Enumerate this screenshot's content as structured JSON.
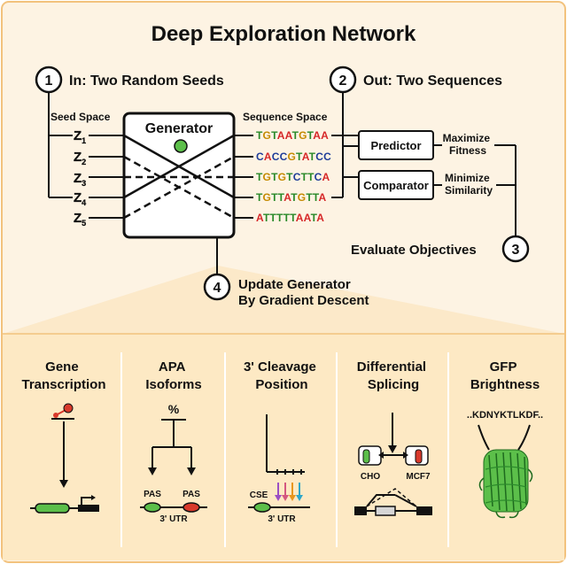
{
  "title": "Deep Exploration Network",
  "steps": {
    "in": {
      "num": "1",
      "label": "In: Two Random Seeds"
    },
    "out": {
      "num": "2",
      "label": "Out: Two Sequences"
    },
    "evaluate": {
      "num": "3",
      "label": "Evaluate Objectives"
    },
    "update": {
      "num": "4",
      "line1": "Update Generator",
      "line2": "By Gradient Descent"
    }
  },
  "seed_space_label": "Seed Space",
  "sequence_space_label": "Sequence Space",
  "generator_label": "Generator",
  "seeds": [
    {
      "letter": "Z",
      "sub": "1",
      "color": "#c0392b"
    },
    {
      "letter": "Z",
      "sub": "2",
      "color": "#29a8c9"
    },
    {
      "letter": "Z",
      "sub": "3",
      "color": "#b8860b"
    },
    {
      "letter": "Z",
      "sub": "4",
      "color": "#2e8b3e"
    },
    {
      "letter": "Z",
      "sub": "5",
      "color": "#7b3f2a"
    }
  ],
  "sequences": [
    "TGTAATGTAA",
    "CACCGTATCC",
    "TGTGTCTTCA",
    "TGTTATGTTA",
    "ATTTTTAATA"
  ],
  "nucleotide_colors": {
    "A": "#d62728",
    "C": "#1f3d99",
    "G": "#c58a00",
    "T": "#2a8a2a"
  },
  "predictor_label": "Predictor",
  "comparator_label": "Comparator",
  "objectives": {
    "maximize": [
      "Maximize",
      "Fitness"
    ],
    "minimize": [
      "Minimize",
      "Similarity"
    ]
  },
  "colors": {
    "panel_bg": "#fdf3e3",
    "panel_lower_bg": "#fde9c4",
    "panel_border": "#f2c27d",
    "node_green": "#5cbf4a",
    "node_red": "#d8392b"
  },
  "applications": [
    {
      "title": [
        "Gene",
        "Transcription"
      ]
    },
    {
      "title": [
        "APA",
        "Isoforms"
      ],
      "percent": "%",
      "pas": "PAS",
      "utr": "3' UTR"
    },
    {
      "title": [
        "3' Cleavage",
        "Position"
      ],
      "cse": "CSE",
      "utr": "3' UTR"
    },
    {
      "title": [
        "Differential",
        "Splicing"
      ],
      "cho": "CHO",
      "mcf7": "MCF7"
    },
    {
      "title": [
        "GFP",
        "Brightness"
      ],
      "peptide": "..KDNYKTLKDF.."
    }
  ]
}
